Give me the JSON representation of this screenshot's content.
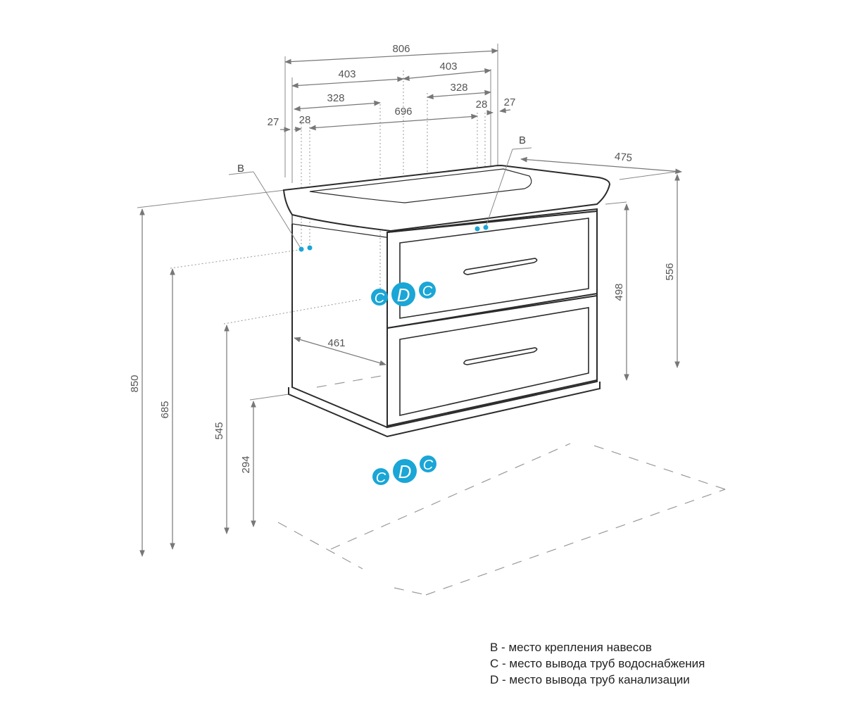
{
  "dimensions": {
    "total_width": "806",
    "half_width_left": "403",
    "half_width_right": "403",
    "pipe_offset_left": "328",
    "pipe_offset_right": "328",
    "inner_width": "696",
    "hanger_offset_left": "28",
    "hanger_offset_right": "28",
    "edge_offset_left": "27",
    "edge_offset_right": "27",
    "depth": "475",
    "cabinet_depth": "461",
    "total_height": "850",
    "hanger_height": "685",
    "water_pipe_height": "545",
    "drain_height": "294",
    "body_height": "498",
    "basin_height": "556"
  },
  "markers": {
    "hanger": "B",
    "water": "C",
    "drain": "D"
  },
  "legend": [
    "B - место крепления навесов",
    "C - место вывода труб водоснабжения",
    "D - место вывода труб канализации"
  ],
  "colors": {
    "marker": "#1aa6d6",
    "outline": "#2b2b2b",
    "dimension": "#777777"
  }
}
